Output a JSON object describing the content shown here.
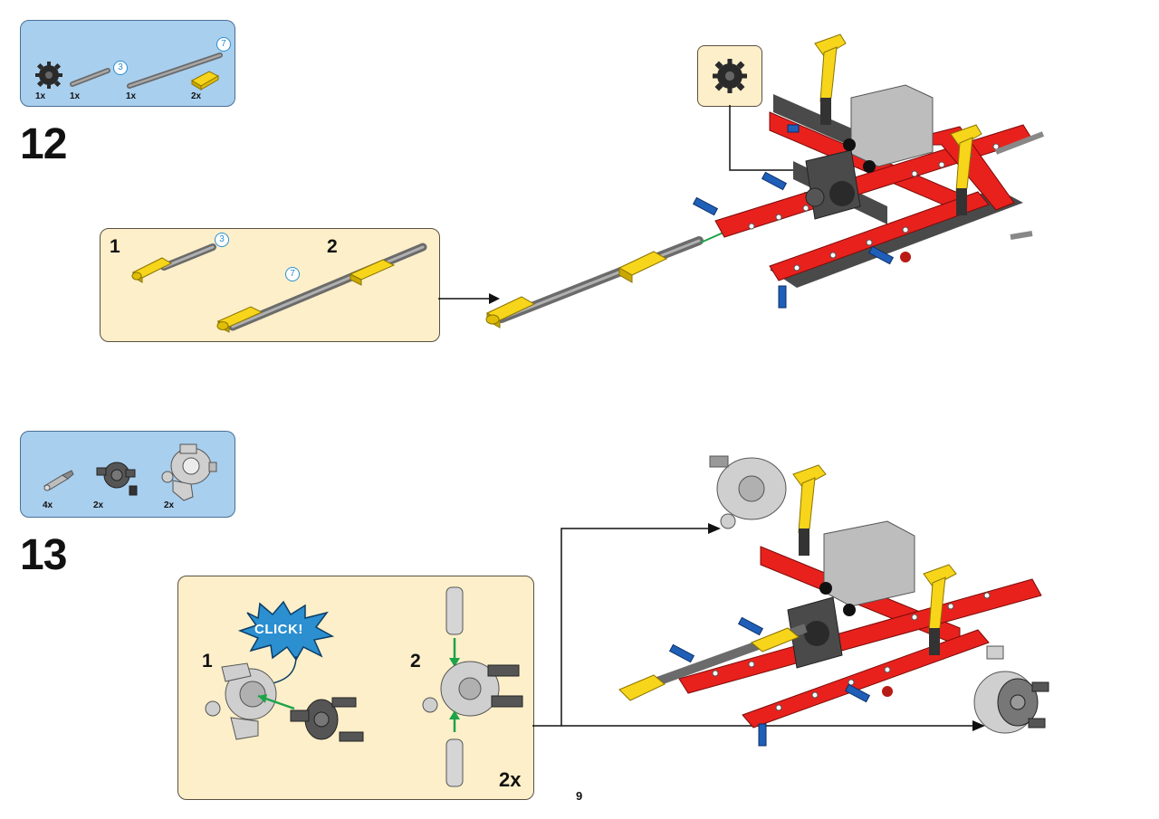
{
  "page": {
    "number": "9"
  },
  "steps": [
    {
      "number": "12",
      "parts": [
        {
          "name": "gear-small",
          "qty": "1x"
        },
        {
          "name": "axle-3",
          "qty": "1x",
          "length": "3"
        },
        {
          "name": "axle-7",
          "qty": "1x",
          "length": "7"
        },
        {
          "name": "connector-yellow",
          "qty": "2x"
        }
      ],
      "substeps": [
        {
          "number": "1",
          "axle_length": "3"
        },
        {
          "number": "2",
          "axle_length": "7"
        }
      ]
    },
    {
      "number": "13",
      "parts": [
        {
          "name": "pin-with-axle",
          "qty": "4x"
        },
        {
          "name": "hub-drive",
          "qty": "2x"
        },
        {
          "name": "steering-knuckle",
          "qty": "2x"
        }
      ],
      "substeps": [
        {
          "number": "1",
          "click_text": "CLICK!"
        },
        {
          "number": "2"
        }
      ],
      "multiplier": "2x"
    }
  ],
  "colors": {
    "red": "#e8211d",
    "yellow": "#f7d51a",
    "dark_gray": "#4a4a4a",
    "light_gray": "#bdbdbd",
    "blue": "#1f5fb8",
    "green": "#1ea34a"
  }
}
